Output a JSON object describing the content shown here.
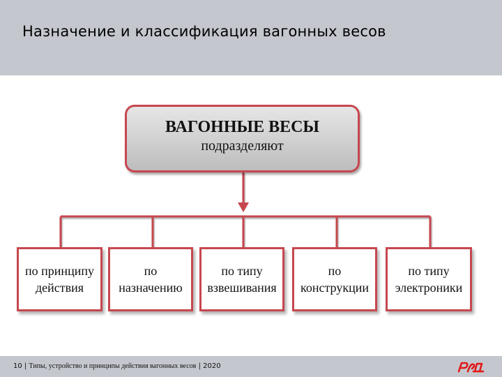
{
  "header": {
    "title": "Назначение и классификация вагонных весов"
  },
  "diagram": {
    "root": {
      "title": "ВАГОННЫЕ ВЕСЫ",
      "subtitle": "подразделяют"
    },
    "categories": [
      {
        "line1": "по принципу",
        "line2": "действия"
      },
      {
        "line1": "по",
        "line2": "назначению"
      },
      {
        "line1": "по типу",
        "line2": "взвешивания"
      },
      {
        "line1": "по",
        "line2": "конструкции"
      },
      {
        "line1": "по типу",
        "line2": "электроники"
      }
    ],
    "colors": {
      "border": "#c6474f",
      "connector": "#c6474f",
      "root_fill": "#cfcfcf"
    }
  },
  "footer": {
    "page_number": "10",
    "separator": "|",
    "subject": "Типы, устройство и принципы действия вагонных весов",
    "year": "2020",
    "logo": "rzd-logo"
  },
  "colors": {
    "header_bg": "#c4c7cd",
    "footer_bg": "#c4c7cd",
    "brand_red": "#e21a1a"
  }
}
